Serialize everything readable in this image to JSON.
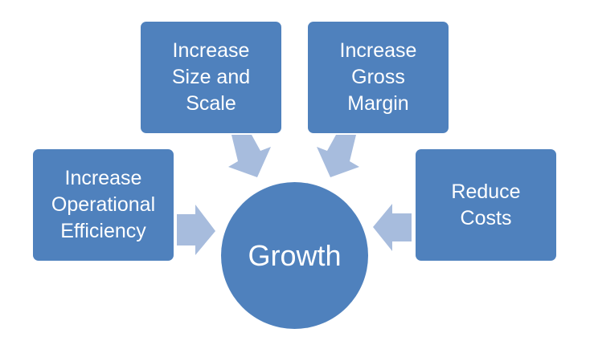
{
  "diagram": {
    "center": {
      "label": "Growth"
    },
    "nodes": [
      {
        "id": "size-scale",
        "lines": [
          "Increase",
          "Size and",
          "Scale"
        ]
      },
      {
        "id": "gross-margin",
        "lines": [
          "Increase",
          "Gross",
          "Margin"
        ]
      },
      {
        "id": "operational-efficiency",
        "lines": [
          "Increase",
          "Operational",
          "Efficiency"
        ]
      },
      {
        "id": "reduce-costs",
        "lines": [
          "Reduce",
          "Costs"
        ]
      }
    ],
    "colors": {
      "box": "#4f81bd",
      "arrow": "#a7bcdd",
      "text": "#ffffff"
    }
  }
}
